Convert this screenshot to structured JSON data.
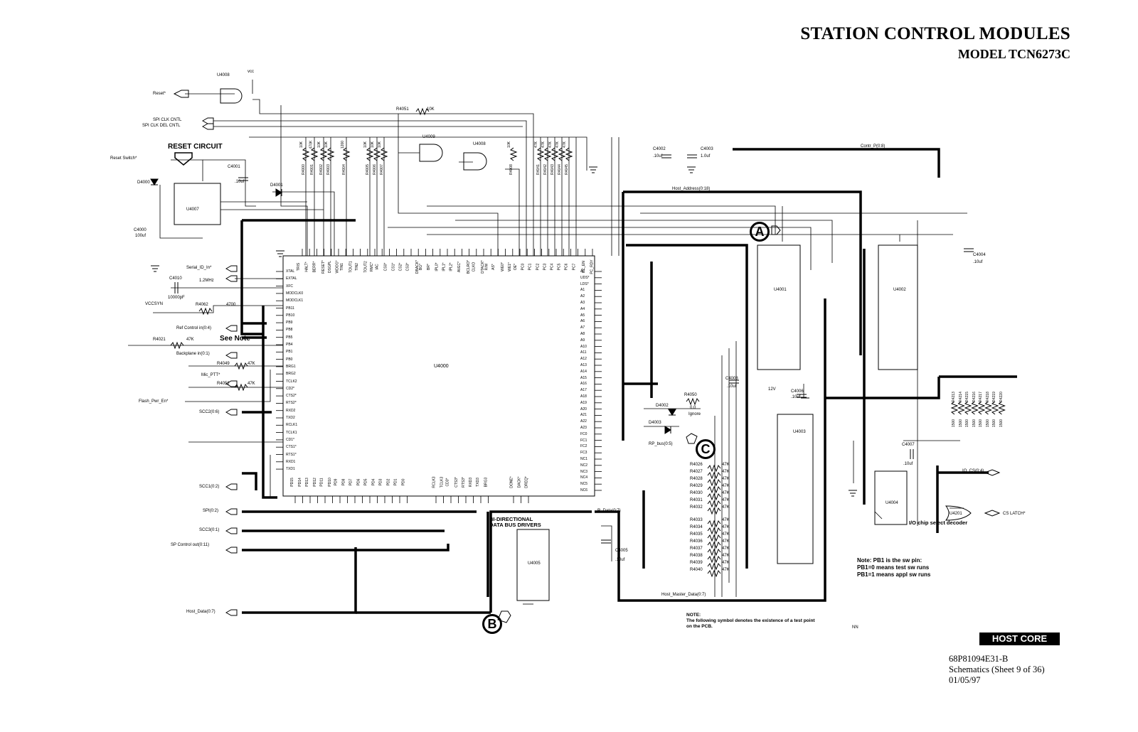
{
  "header": {
    "title": "STATION CONTROL MODULES",
    "model": "MODEL TCN6273C"
  },
  "footer": {
    "section_badge": "HOST CORE",
    "doc_number": "68P81094E31-B",
    "sheet": "Schematics (Sheet 9 of 36)",
    "date": "01/05/97"
  },
  "notes": {
    "pb1_line1": "Note: PB1 is the sw pin:",
    "pb1_line2": "PB1=0 means test sw runs",
    "pb1_line3": "PB1=1 means appl sw runs",
    "test_point_heading": "NOTE:",
    "test_point_line1": "The following symbol denotes the existence of a test point",
    "test_point_line2": "on the PCB.",
    "test_point_symbol": "NN"
  },
  "section_labels": {
    "reset_circuit": "RESET CIRCUIT",
    "see_note": "See Note",
    "bidir_line1": "BI-DIRECTIONAL",
    "bidir_line2": "DATA BUS DRIVERS",
    "io_decoder": "I/O chip select decoder"
  },
  "markers": {
    "a": "A",
    "b": "B",
    "c": "C"
  },
  "components": {
    "main_cpu": "U4000",
    "reset_ic": "U4007",
    "gate1": "U4008",
    "gate2": "U4009",
    "gate3": "U4008",
    "sram1": "U4001",
    "sram2": "U4002",
    "flash": "U4003",
    "decoder": "U4004",
    "bus_driver": "U4005",
    "or_gate": "U4201"
  },
  "signals_left": [
    "Reset*",
    "SPI CLK CNTL",
    "SPI CLK DEL CNTL",
    "Reset Switch*",
    "Serial_ID_In*",
    "1.2MHz",
    "Ref Control in(0:4)",
    "Backplane in(0:1)",
    "Mic_PTT*",
    "Flash_Pwr_En*",
    "SCC2(0:6)",
    "SCC1(0:2)",
    "SPI(0:2)",
    "SCC3(0:1)",
    "SP Control out(0:11)",
    "Host_Data(0:7)"
  ],
  "signals_other": [
    "Host_Address(0:18)",
    "Contr_P(0:8)",
    "R_Data(0:7)",
    "Host_Master_Data(0:7)",
    "RP_bus(0:5)",
    "IO_CS(0:4)",
    "CS LATCH*",
    "VCCSYN"
  ],
  "passives": {
    "c4010": "C4010",
    "c4010_val": "10000pF",
    "c4000": "C4000",
    "c4000_val": "100uf",
    "c4001": "C4001",
    "c4001_val": ".10uf",
    "c4002": "C4002",
    "c4002_val": ".10uf",
    "c4003": "C4003",
    "c4003_val": "1.0uf",
    "c4004": "C4004",
    "c4004_val": ".10uf",
    "c4005": "C4005",
    "c4005_val": ".10uf",
    "c4006": "C4006",
    "c4006_val": ".10uf",
    "c4007": "C4007",
    "c4007_val": ".10uf",
    "c4008": "C4008",
    "c4008_val": ".10uf",
    "r4062": "R4062",
    "r4062_val": "4700",
    "r4051": "R4051",
    "r4051_val": "10K",
    "r4021": "R4021",
    "r4021_val": "47K",
    "r4049": "R4049",
    "r4049_val": "47K",
    "r4052": "R4052",
    "r4052_val": "47K",
    "r4050": "R4050",
    "r4050_val": "0.0",
    "r4050_note": "Ignore",
    "d4000": "D4000",
    "d4001": "D4001",
    "d4002": "D4002",
    "d4003": "D4003",
    "supply_12v": "12V",
    "vcc": "vcc"
  },
  "resistor_bank_c": [
    {
      "ref": "R4026",
      "val": "47K"
    },
    {
      "ref": "R4027",
      "val": "47K"
    },
    {
      "ref": "R4028",
      "val": "47K"
    },
    {
      "ref": "R4029",
      "val": "47K"
    },
    {
      "ref": "R4030",
      "val": "47K"
    },
    {
      "ref": "R4031",
      "val": "47K"
    },
    {
      "ref": "R4032",
      "val": "47K"
    }
  ],
  "resistor_bank_d": [
    {
      "ref": "R4033",
      "val": "47K"
    },
    {
      "ref": "R4034",
      "val": "47K"
    },
    {
      "ref": "R4035",
      "val": "47K"
    },
    {
      "ref": "R4036",
      "val": "47K"
    },
    {
      "ref": "R4037",
      "val": "47K"
    },
    {
      "ref": "R4038",
      "val": "47K"
    },
    {
      "ref": "R4039",
      "val": "47K"
    },
    {
      "ref": "R4040",
      "val": "47K"
    }
  ],
  "resistor_bank_right": [
    {
      "ref": "R4213",
      "val": "1500"
    },
    {
      "ref": "R4214",
      "val": "1500"
    },
    {
      "ref": "R4215",
      "val": "1500"
    },
    {
      "ref": "R4216",
      "val": "1500"
    },
    {
      "ref": "R4217",
      "val": "1500"
    },
    {
      "ref": "R4218",
      "val": "1500"
    },
    {
      "ref": "R4219",
      "val": "1500"
    },
    {
      "ref": "R4220",
      "val": "1500"
    }
  ],
  "pullup_bank_top": [
    {
      "ref": "R4000",
      "val": "10K"
    },
    {
      "ref": "R4001",
      "val": "470K"
    },
    {
      "ref": "R4002",
      "val": "10K"
    },
    {
      "ref": "R4003",
      "val": "10K"
    },
    {
      "ref": "R4004",
      "val": "1200"
    },
    {
      "ref": "R4005",
      "val": "10K"
    },
    {
      "ref": "R4006",
      "val": "10K"
    },
    {
      "ref": "R4007",
      "val": "10K"
    },
    {
      "ref": "R4008",
      "val": "10K"
    },
    {
      "ref": "R4041",
      "val": "47K"
    },
    {
      "ref": "R4042",
      "val": "47K"
    },
    {
      "ref": "R4043",
      "val": "47K"
    },
    {
      "ref": "R4044",
      "val": "47K"
    },
    {
      "ref": "R4045",
      "val": "47K"
    }
  ],
  "cpu_top_pins": [
    "TRIS",
    "HALT*",
    "BERR*",
    "RESET*",
    "DSGPL",
    "WDOG*",
    "TIN1",
    "TOUT1",
    "TIN2",
    "TOUT2",
    "RMC*",
    "IAC",
    "CS0*",
    "CS1*",
    "CS2*",
    "CS3*",
    "DBACK*",
    "BG*",
    "BR*",
    "IPL0*",
    "IPL1*",
    "IPL2*",
    "AVEC*",
    "BCLRO*",
    "CLKO",
    "DTACK*",
    "R/W",
    "AS*",
    "WE0*",
    "WE1*",
    "OE*",
    "PC0",
    "PC1",
    "PC2",
    "PC3",
    "PC4",
    "PC5",
    "PC6",
    "PC7",
    "PC_EN",
    "PC_RDY"
  ],
  "cpu_left_pins": [
    "XTAL",
    "EXTAL",
    "XFC",
    "MODCLK0",
    "MODCLK1",
    "PB11",
    "PB10",
    "PB9",
    "PB8",
    "PB5",
    "PB4",
    "PB1",
    "PB0",
    "BRG1",
    "BRG2",
    "TCLK2",
    "CD2*",
    "CTS2*",
    "RTS2*",
    "RXD2",
    "TXD2",
    "RCLK1",
    "TCLK1",
    "CD1*",
    "CTS1*",
    "RTS1*",
    "RXD1",
    "TXD1"
  ],
  "cpu_bottom_pins": [
    "PD15",
    "PD14",
    "PD13",
    "PD12",
    "PD11",
    "PD10",
    "PD9",
    "PD8",
    "PD7",
    "PD6",
    "PD5",
    "PD4",
    "PD3",
    "PD2",
    "PD1",
    "PD0",
    "RCLK3",
    "TCLK3",
    "CD3*",
    "CTS3*",
    "RTS3*",
    "RXD3",
    "TXD3",
    "BRG3",
    "DONE*",
    "DACK*",
    "DREQ*"
  ],
  "cpu_right_pins": [
    "A0",
    "UDS*",
    "LDS*",
    "A1",
    "A2",
    "A3",
    "A4",
    "A5",
    "A6",
    "A7",
    "A8",
    "A9",
    "A10",
    "A11",
    "A12",
    "A13",
    "A14",
    "A15",
    "A16",
    "A17",
    "A18",
    "A19",
    "A20",
    "A21",
    "A22",
    "A23",
    "FC0",
    "FC1",
    "FC2",
    "FC3",
    "NC1",
    "NC2",
    "NC3",
    "NC4",
    "NC5",
    "NC6"
  ]
}
